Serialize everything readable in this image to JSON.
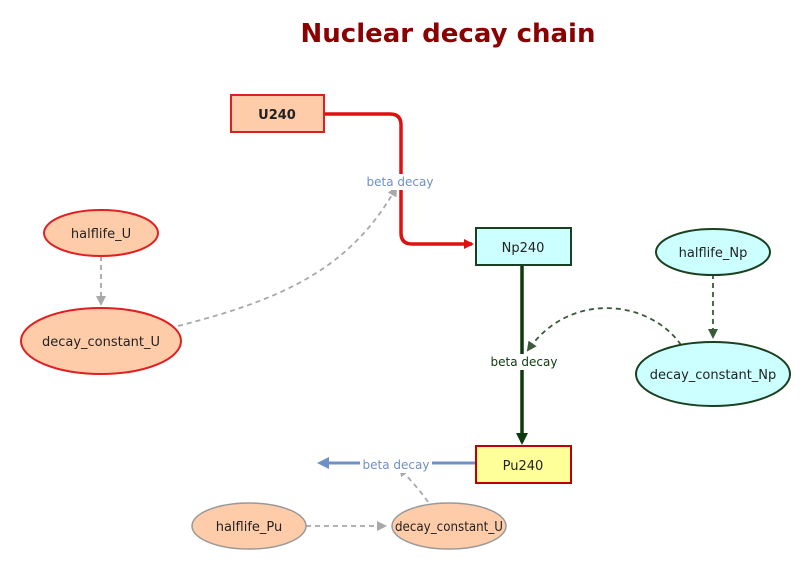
{
  "title": "Nuclear decay chain",
  "colors": {
    "title": "#8b0000",
    "u_fill": "#ffccaa",
    "u_stroke": "#e02020",
    "np_fill": "#ccffff",
    "np_stroke": "#1a4020",
    "pu_fill": "#ffff99",
    "pu_stroke": "#c00000",
    "red_edge": "#e01010",
    "green_edge": "#0d3b0d",
    "blue_edge": "#6f8fc8",
    "grey_dashed": "#a8a8a8",
    "green_dashed": "#3a5a3a"
  },
  "nodes": {
    "u240": "U240",
    "np240": "Np240",
    "pu240": "Pu240",
    "halflife_u": "halflife_U",
    "decay_constant_u": "decay_constant_U",
    "halflife_np": "halflife_Np",
    "decay_constant_np": "decay_constant_Np",
    "halflife_pu": "halflife_Pu",
    "decay_constant_pu": "decay_constant_U"
  },
  "edges": {
    "u_to_np": "beta decay",
    "np_to_pu": "beta decay",
    "pu_out": "beta decay"
  }
}
